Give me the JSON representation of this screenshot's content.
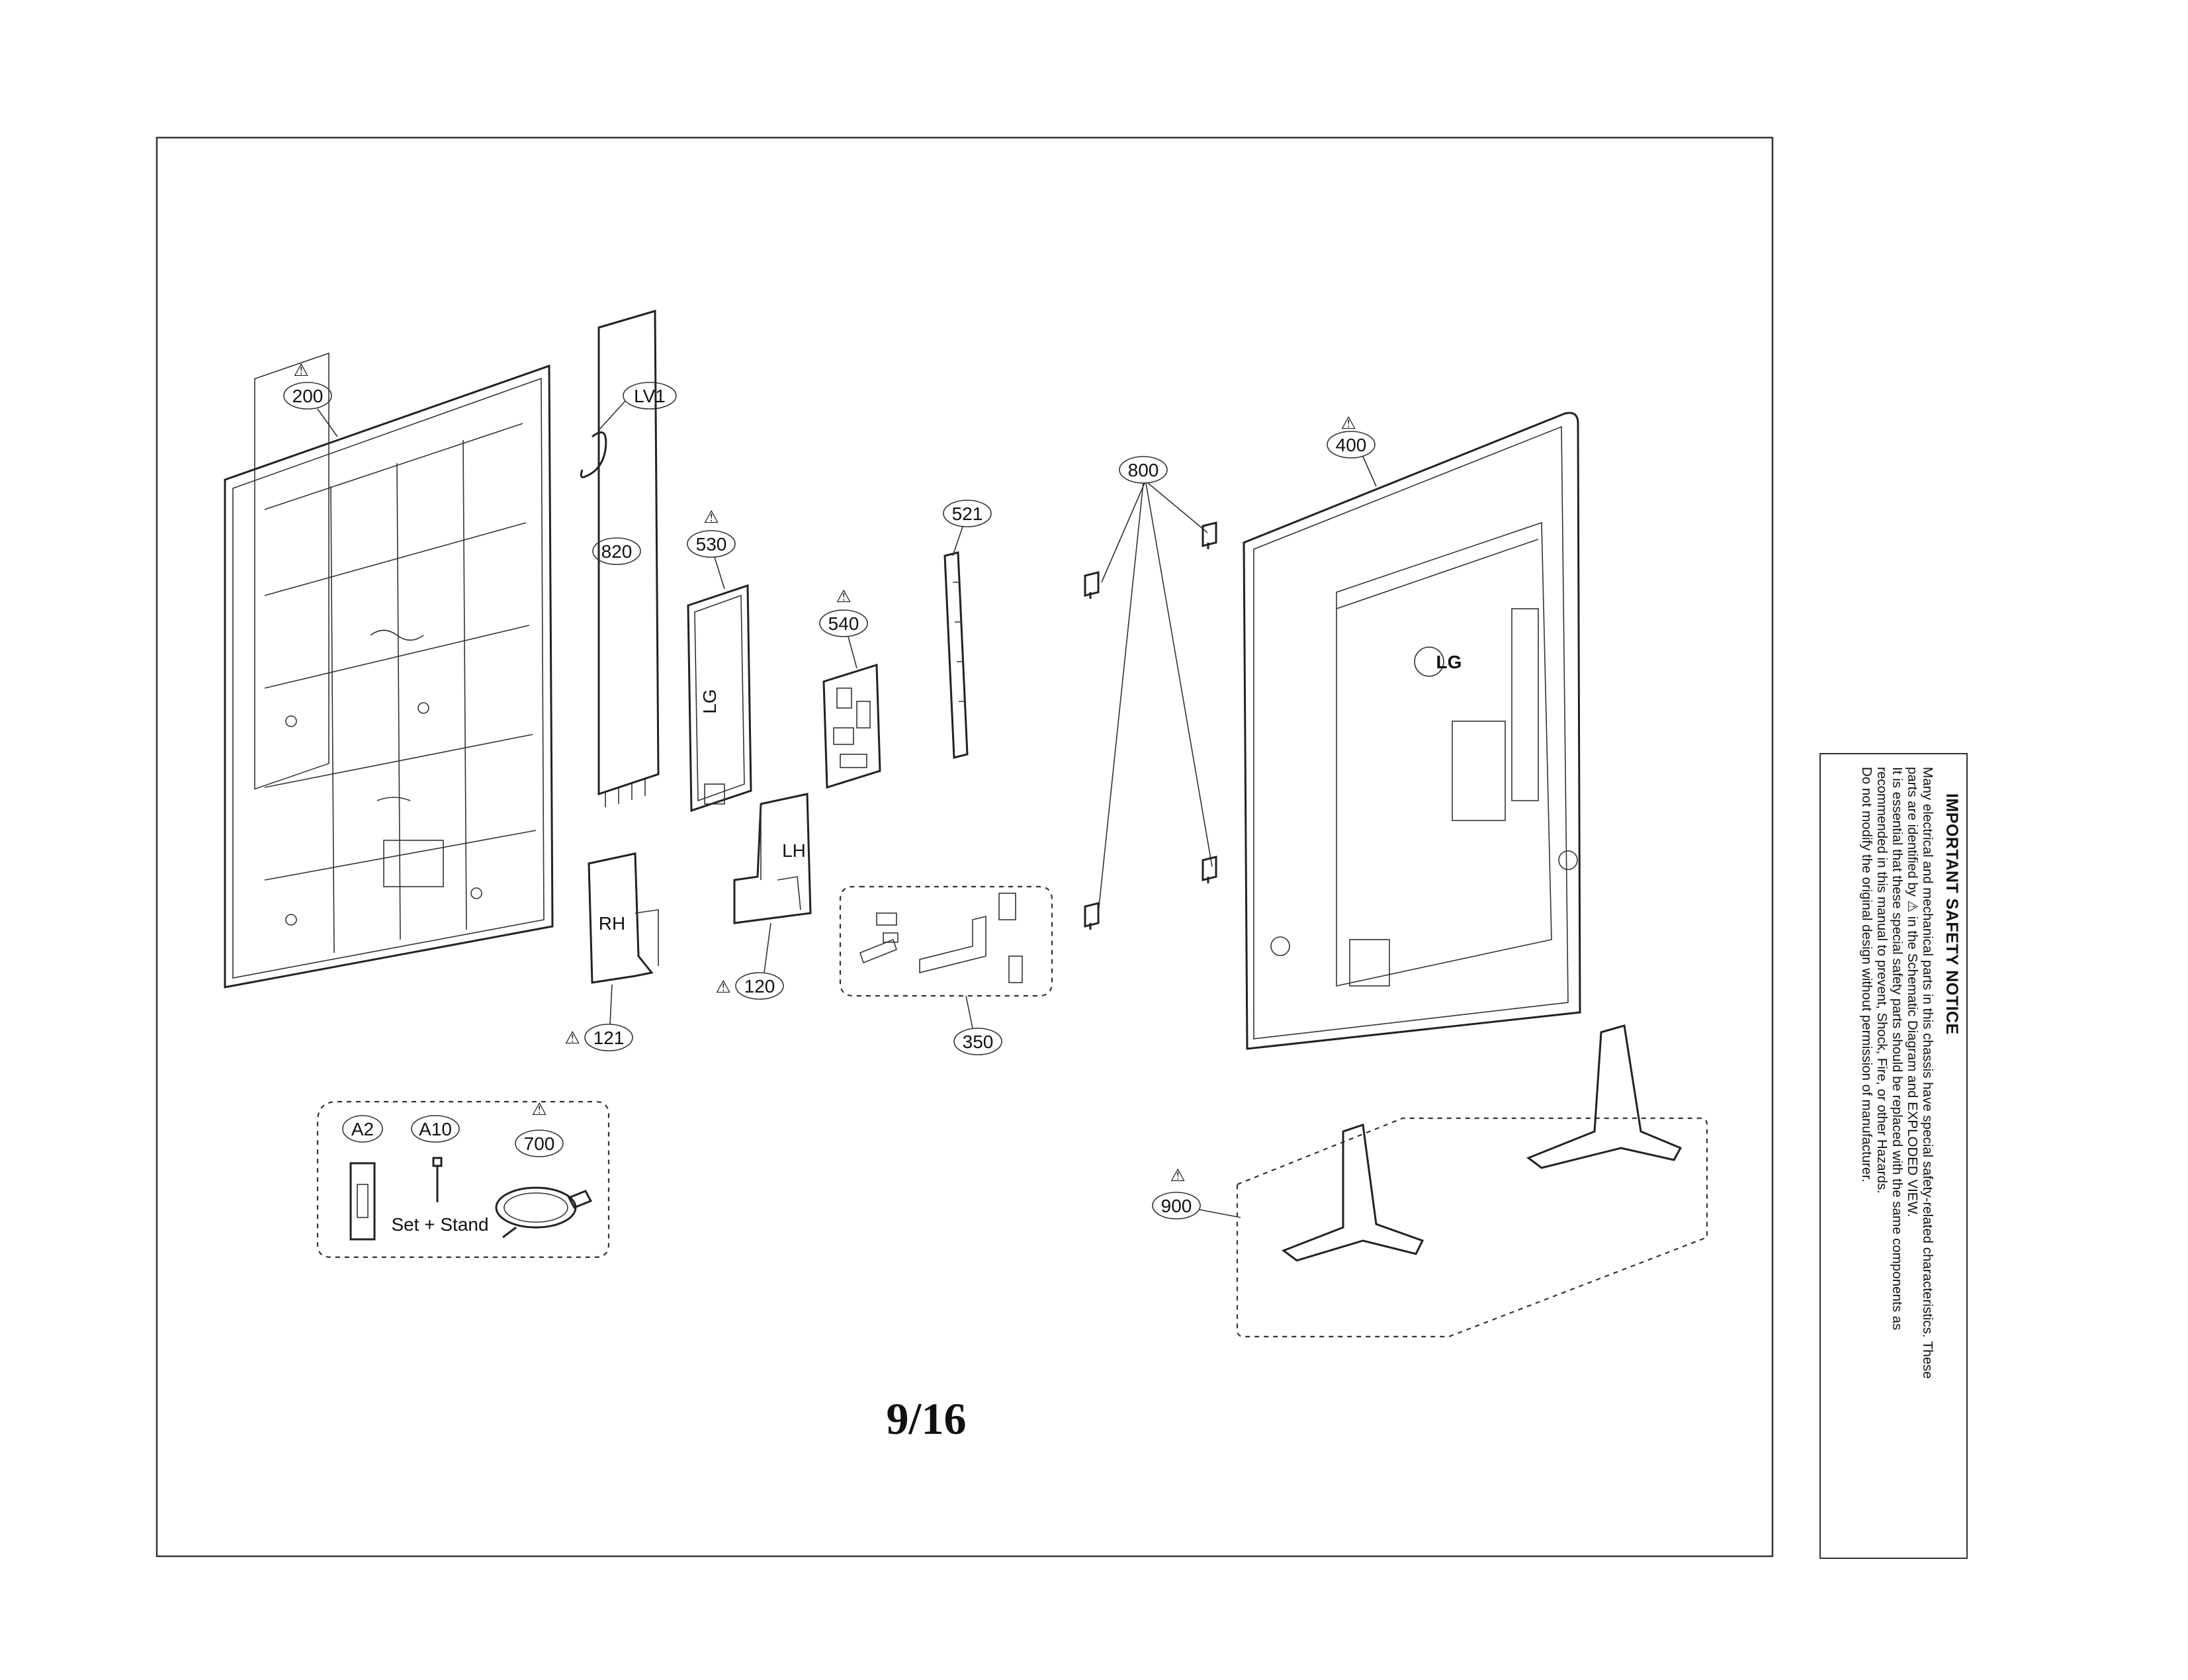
{
  "callouts": {
    "c200": "200",
    "lv1": "LV1",
    "c820": "820",
    "c530": "530",
    "c540": "540",
    "c521": "521",
    "c800": "800",
    "c400": "400",
    "c121": "121",
    "c120": "120",
    "c350": "350",
    "a2": "A2",
    "a10": "A10",
    "c700": "700",
    "c900": "900"
  },
  "warning_symbol": "⚠",
  "set_stand_label": "Set + Stand",
  "brand_logo_text": "LG",
  "part_markings": {
    "psu_label": "LG",
    "speaker_left": "LH",
    "speaker_right": "RH"
  },
  "page_number": "9/16",
  "safety_notice": {
    "title": "IMPORTANT SAFETY NOTICE",
    "lines": [
      "Many electrical and mechanical parts in this chassis have special safety-related characteristics. These",
      "parts are identified by ⚠ in the Schematic Diagram and EXPLODED VIEW.",
      "It is essential that these special safety parts should be replaced with the same components as",
      "recommended in this manual to prevent, Shock, Fire, or other Hazards.",
      "Do not modify the original design without permission of manufacturer."
    ]
  }
}
